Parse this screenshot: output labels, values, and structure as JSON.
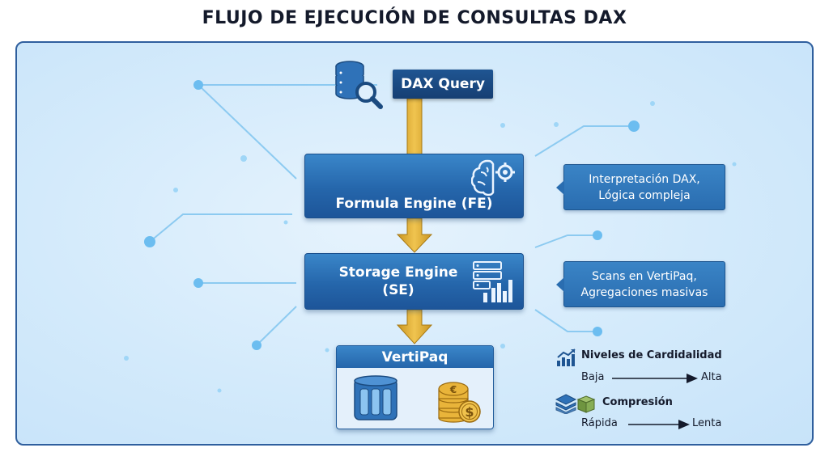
{
  "title": "FLUJO DE EJECUCIÓN DE CONSULTAS DAX",
  "nodes": {
    "query": "DAX Query",
    "formula_engine": "Formula Engine (FE)",
    "storage_engine_line1": "Storage Engine",
    "storage_engine_line2": "(SE)",
    "vertipaq": "VertiPaq"
  },
  "callouts": {
    "fe_line1": "Interpretación DAX,",
    "fe_line2": "Lógica compleja",
    "se_line1": "Scans en VertiPaq,",
    "se_line2": "Agregaciones masivas"
  },
  "legend": {
    "cardinality_title": "Niveles de Cardidalidad",
    "cardinality_low": "Baja",
    "cardinality_high": "Alta",
    "compression_title": "Compresión",
    "compression_fast": "Rápida",
    "compression_slow": "Lenta"
  },
  "colors": {
    "box_blue": "#2566ab",
    "arrow_gold": "#e0b23a",
    "title_dark": "#141a2b"
  }
}
